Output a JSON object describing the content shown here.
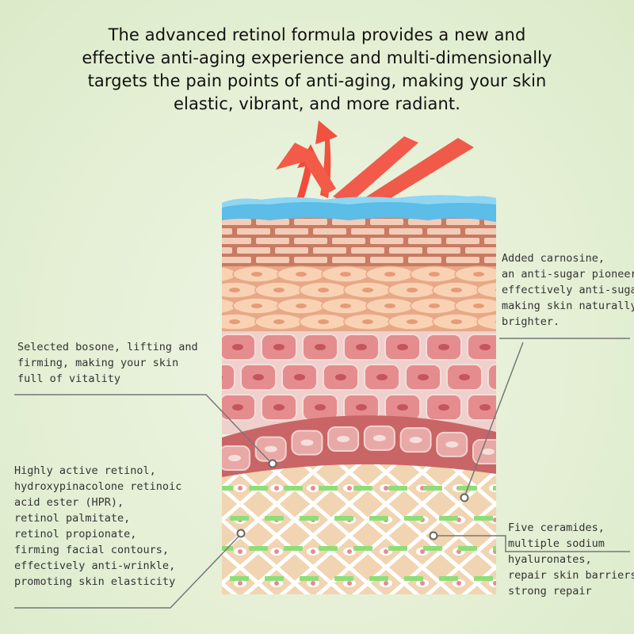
{
  "headline": [
    "The advanced retinol formula provides a new and",
    "effective anti-aging experience and multi-dimensionally",
    "targets the pain points of anti-aging, making your skin",
    "elastic, vibrant, and more radiant."
  ],
  "annotations": {
    "carnosine": [
      "Added carnosine,",
      "an anti-sugar pioneer,",
      "effectively anti-sugar,",
      "making skin naturally",
      "brighter."
    ],
    "bosone": [
      "Selected bosone, lifting and",
      "firming, making your skin",
      "full of vitality"
    ],
    "retinol": [
      "Highly active retinol,",
      "hydroxypinacolone retinoic",
      "acid ester (HPR),",
      "retinol palmitate,",
      "retinol propionate,",
      "firming facial contours,",
      "effectively anti-wrinkle,",
      "promoting skin elasticity"
    ],
    "ceramides": [
      "Five ceramides,",
      "multiple sodium",
      "hyaluronates,",
      "repair skin barriers,",
      "strong repair"
    ]
  },
  "colors": {
    "water_layer": "#5bbde8",
    "brick_layer": "#c87a62",
    "cell_layer": "#f0c6a0",
    "pink_cells": "#e58c8e",
    "basal_layer": "#c96566",
    "dermis": "#f0d4b3",
    "fiber_green": "#8ede78",
    "arrows": "#f24b3c"
  }
}
